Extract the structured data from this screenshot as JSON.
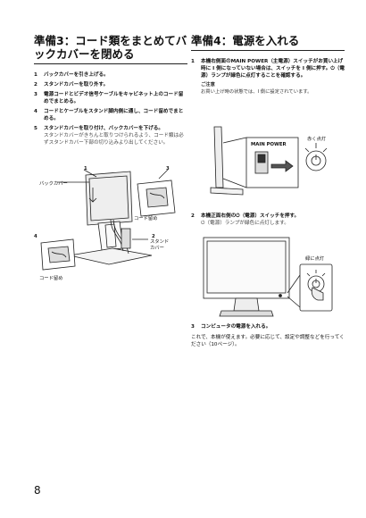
{
  "left": {
    "title": "準備3：コード類をまとめてバックカバーを閉める",
    "steps": [
      {
        "num": "1",
        "text": "バックカバーを引き上げる。"
      },
      {
        "num": "2",
        "text": "スタンドカバーを取り外す。"
      },
      {
        "num": "3",
        "text": "電源コードとビデオ信号ケーブルをキャビネット上のコード留めでまとめる。"
      },
      {
        "num": "4",
        "text": "コードとケーブルをスタンド脚内側に通し、コード留めでまとめる。"
      },
      {
        "num": "5",
        "text": "スタンドカバーを取り付け、バックカバーを下げる。",
        "sub": "スタンドカバーがきちんと取りつけられるよう、コード類は必ずスタンドカバー下部の切り込みより出してください。"
      }
    ],
    "figure_labels": {
      "n1": "1",
      "n2": "2",
      "n3": "3",
      "n4": "4",
      "back_cover": "バックカバー",
      "cord_clip_right": "コード留め",
      "cord_clip_left": "コード留め",
      "stand_cover": "スタンド\nカバー"
    }
  },
  "right": {
    "title": "準備4：電源を入れる",
    "step1": {
      "num": "1",
      "text": "本機右側面のMAIN POWER（主電源）スイッチがお買い上げ時に I 側になっていない場合は、スイッチを I 側に押す。⏻（電源）ランプが緑色に点灯することを確認する。"
    },
    "note": {
      "title": "ご注意",
      "text": "お買い上げ時の状態では、I 側に設定されています。"
    },
    "fig1_labels": {
      "main_power": "MAIN POWER",
      "green_light": "赤く点灯"
    },
    "step2": {
      "num": "2",
      "text": "本機正面右側の⏻（電源）スイッチを押す。",
      "sub": "⏻（電源）ランプが緑色に点灯します。"
    },
    "fig2_labels": {
      "green_light": "緑に点灯"
    },
    "step3": {
      "num": "3",
      "text": "コンピュータの電源を入れる。"
    },
    "closing": "これで、本機が使えます。必要に応じて、設定や調整などを行ってください（10ページ）。"
  },
  "page_number": "8"
}
